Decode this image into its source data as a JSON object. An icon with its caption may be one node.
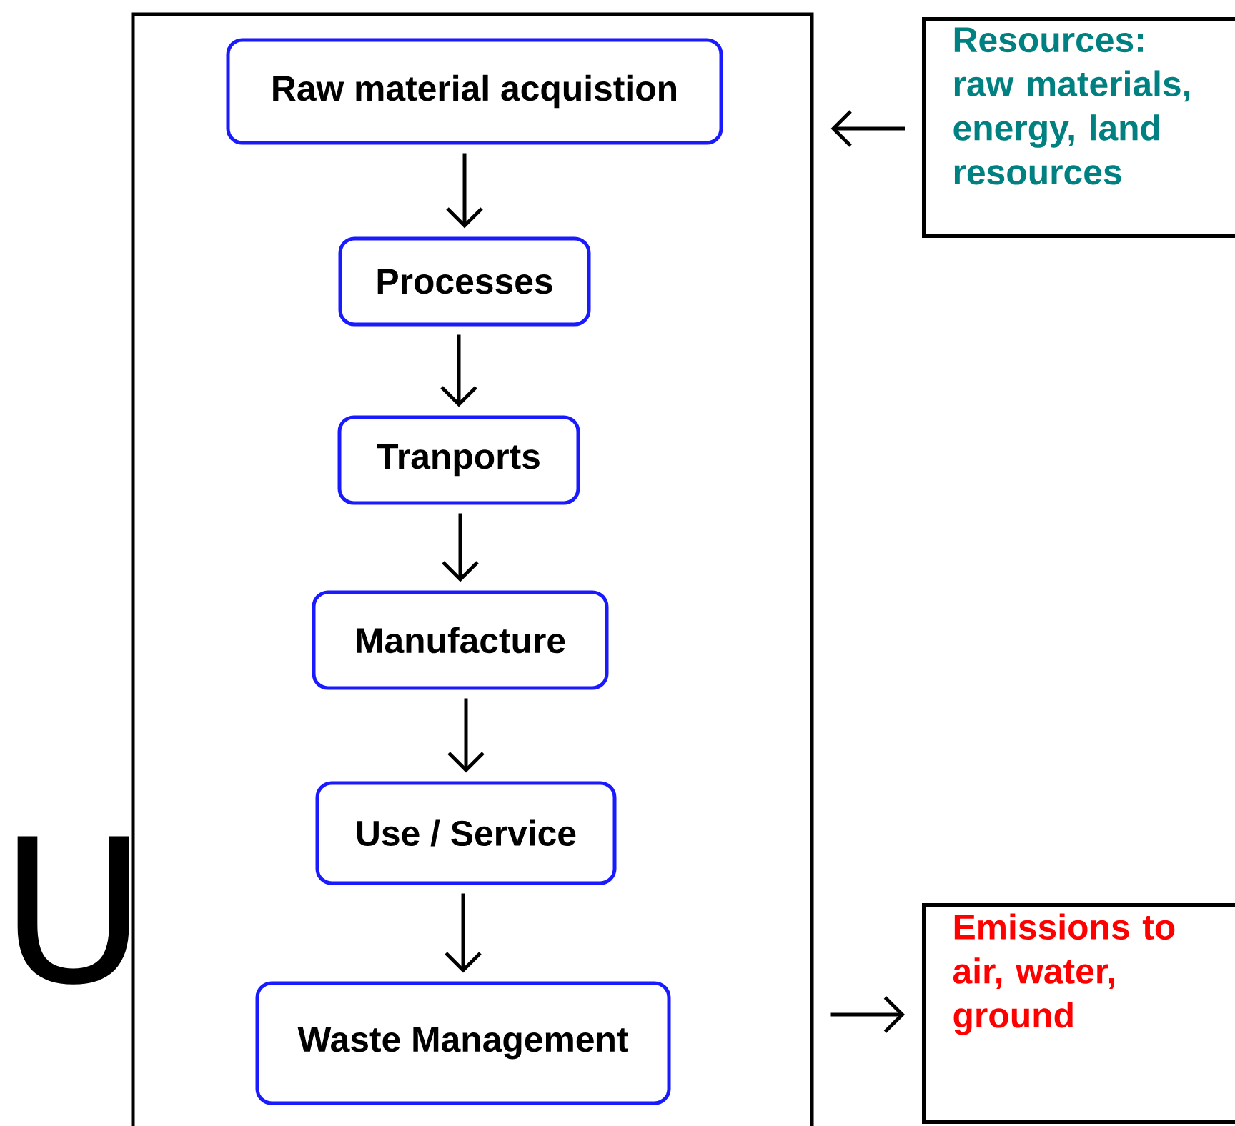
{
  "diagram": {
    "nodes": [
      {
        "text": [],
        "shape": "box"
      },
      {
        "text": [
          "Raw material acquistion"
        ],
        "in": 0
      },
      {
        "text": [
          "Processes"
        ],
        "in": 0
      },
      {
        "text": [
          "Tranports"
        ],
        "in": 0
      },
      {
        "text": [
          "Manufacture"
        ],
        "in": 0
      },
      {
        "text": [
          "Use / Service"
        ],
        "in": 0
      },
      {
        "text": [
          "Waste Management"
        ],
        "in": 0
      },
      {
        "text": [
          "Resources: raw materials, energy, land resources"
        ]
      },
      {
        "text": [
          "Emissions to air, water, ground"
        ]
      }
    ],
    "edges": [
      {
        "from": 1,
        "to": 2,
        "arrow": "to"
      },
      {
        "from": 2,
        "to": 3,
        "arrow": "to"
      },
      {
        "from": 3,
        "to": 4,
        "arrow": "to"
      },
      {
        "from": 4,
        "to": 5,
        "arrow": "to"
      },
      {
        "from": 5,
        "to": 6,
        "arrow": "to"
      },
      {
        "from": 7,
        "to": 0,
        "arrow": "to"
      },
      {
        "from": 0,
        "to": 8,
        "arrow": "to"
      }
    ],
    "labels": [
      "U"
    ]
  }
}
